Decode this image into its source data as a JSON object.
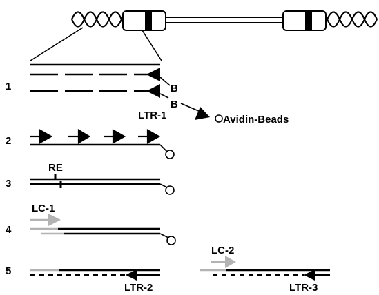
{
  "steps": [
    {
      "number": "1"
    },
    {
      "number": "2"
    },
    {
      "number": "3"
    },
    {
      "number": "4"
    },
    {
      "number": "5"
    }
  ],
  "labels": {
    "biotin_1": "B",
    "biotin_2": "B",
    "ltr1": "LTR-1",
    "avidin_beads": "Avidin-Beads",
    "restriction_enzyme": "RE",
    "lc1": "LC-1",
    "lc2": "LC-2",
    "ltr2": "LTR-2",
    "ltr3": "LTR-3"
  },
  "colors": {
    "dna": "#000000",
    "linker": "#b3b3b3",
    "background": "#ffffff"
  }
}
